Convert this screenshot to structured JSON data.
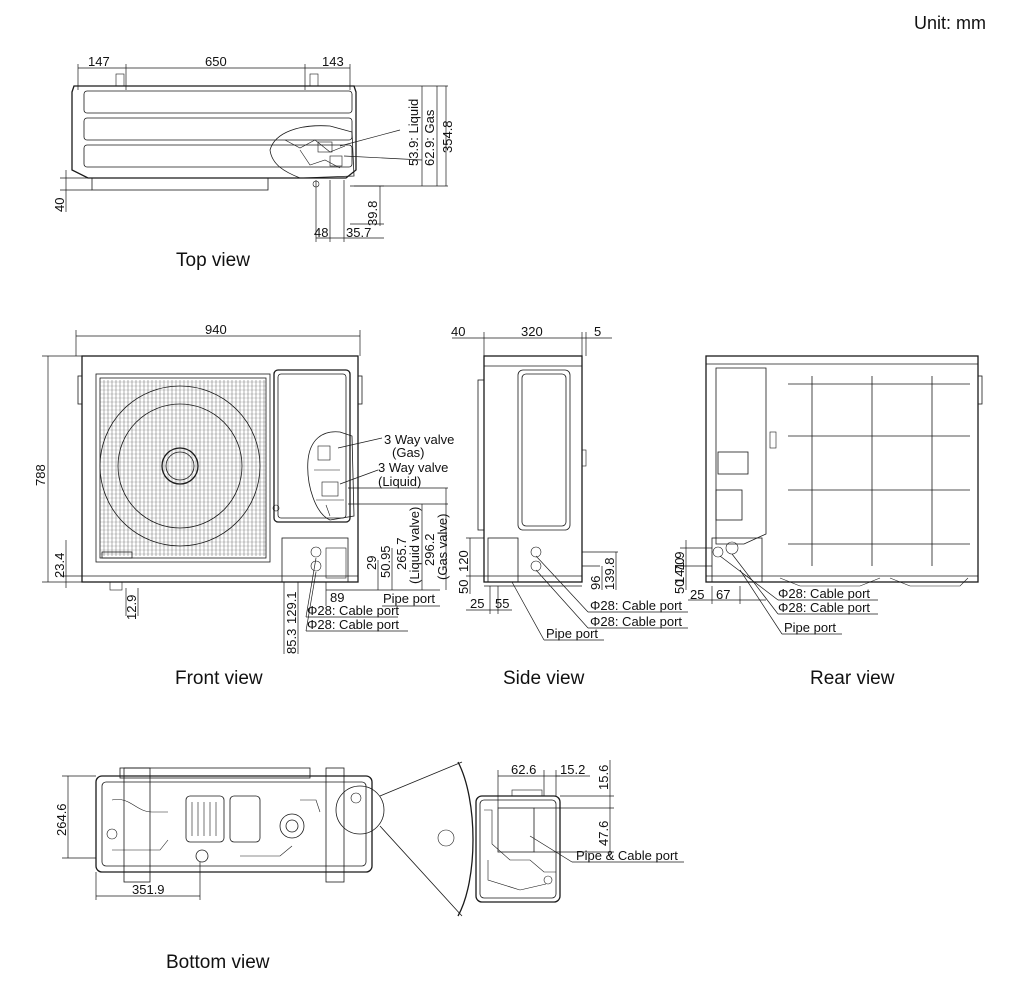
{
  "unit_label": "Unit: mm",
  "top_view": {
    "caption": "Top view",
    "dims": {
      "left": "147",
      "middle": "650",
      "right": "143",
      "liquid": "53.9: Liquid",
      "gas": "62.9: Gas",
      "depth": "354.8",
      "side": "40",
      "v398": "39.8",
      "h48": "48",
      "h357": "35.7"
    }
  },
  "front_view": {
    "caption": "Front view",
    "dims": {
      "width": "940",
      "height": "788",
      "base": "23.4",
      "foot": "12.9",
      "d29": "29",
      "d5095": "50.95",
      "d2657": "265.7",
      "liquid_valve": "(Liquid valve)",
      "d2962": "296.2",
      "gas_valve": "(Gas valve)",
      "d89": "89",
      "d1291": "129.1",
      "d853": "85.3"
    },
    "labels": {
      "valve_gas_1": "3 Way valve",
      "valve_gas_2": "(Gas)",
      "valve_liq_1": "3 Way valve",
      "valve_liq_2": "(Liquid)",
      "pipe_port": "Pipe port",
      "cable_port_1": "Φ28: Cable port",
      "cable_port_2": "Φ28: Cable port"
    }
  },
  "side_view": {
    "caption": "Side view",
    "dims": {
      "left": "40",
      "width": "320",
      "right": "5",
      "d50": "50",
      "d120": "120",
      "d96": "96",
      "d1398": "139.8",
      "d25": "25",
      "d55": "55"
    },
    "labels": {
      "cable_port_1": "Φ28: Cable port",
      "cable_port_2": "Φ28: Cable port",
      "pipe_port": "Pipe port"
    }
  },
  "rear_view": {
    "caption": "Rear view",
    "dims": {
      "d1419": "141.9",
      "d50": "50",
      "d70": "70",
      "d25": "25",
      "d67": "67"
    },
    "labels": {
      "cable_port_1": "Φ28: Cable port",
      "cable_port_2": "Φ28: Cable port",
      "pipe_port": "Pipe port"
    }
  },
  "bottom_view": {
    "caption": "Bottom view",
    "dims": {
      "d2646": "264.6",
      "d3519": "351.9",
      "d626": "62.6",
      "d152": "15.2",
      "d156": "15.6",
      "d476": "47.6"
    },
    "labels": {
      "pipe_cable_port": "Pipe & Cable port"
    }
  }
}
